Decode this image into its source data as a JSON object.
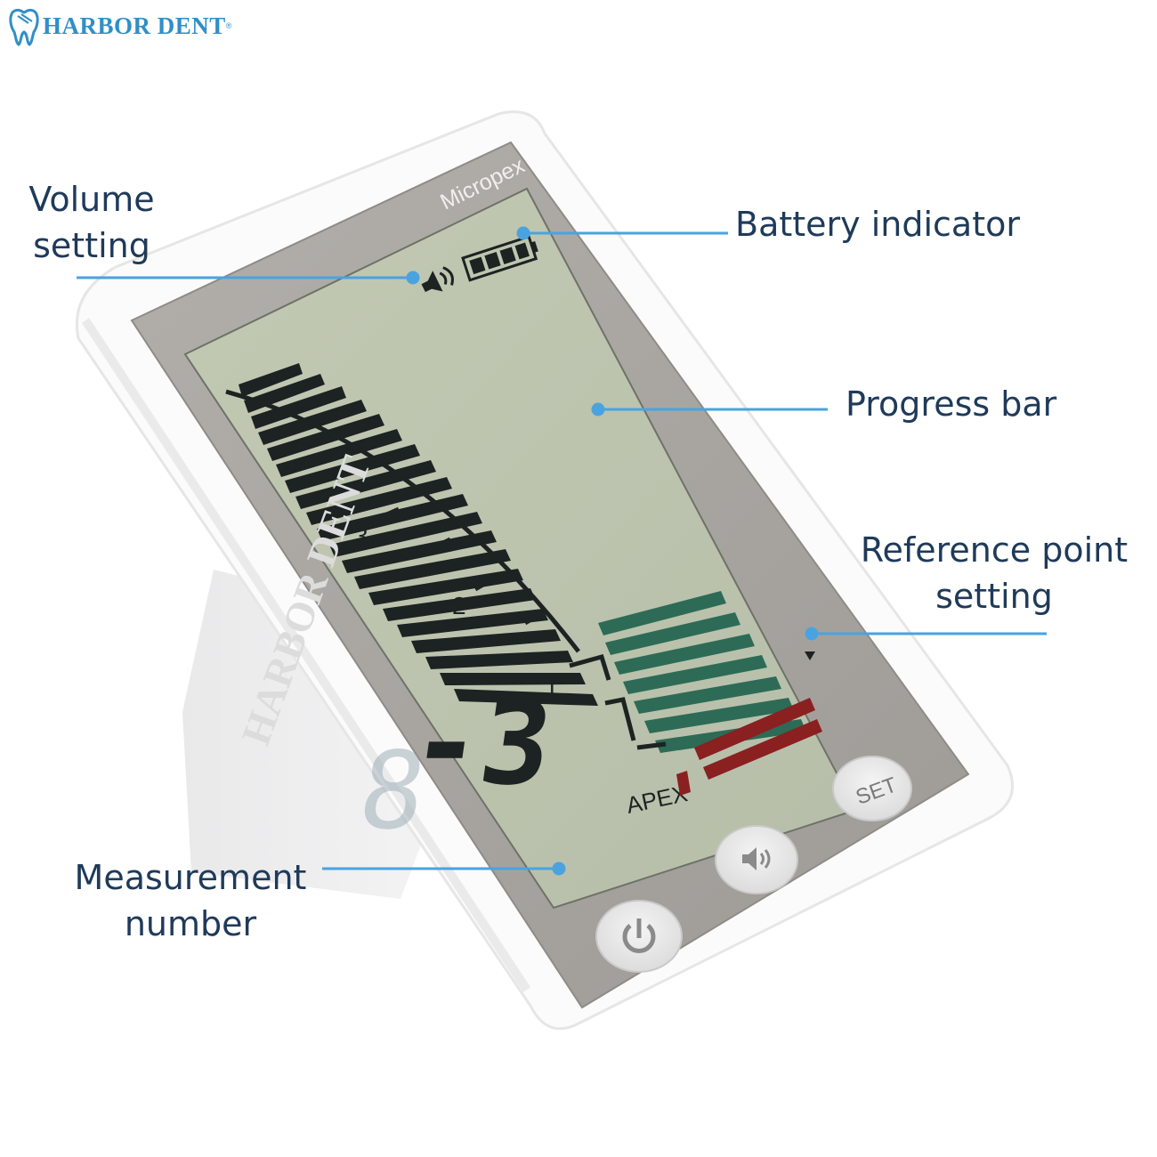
{
  "brand": {
    "name": "HARBOR DENT",
    "reg_mark": "®",
    "color": "#2f8fc8"
  },
  "device": {
    "model": "Micropex",
    "watermark": "HARBOR DENT",
    "scale_marks": [
      "3",
      "2",
      "1"
    ],
    "apex_label": "APEX",
    "measurement_value": "-3",
    "buttons": {
      "power": "power-icon",
      "volume": "speaker-icon",
      "set": "SET"
    },
    "colors": {
      "lcd": "#bcc4ae",
      "segment_dark": "#1c2322",
      "segment_green": "#2d6b56",
      "segment_red": "#8a2020",
      "bezel": "#a6a39f"
    }
  },
  "callouts": {
    "volume": {
      "line1": "Volume",
      "line2": "setting"
    },
    "battery": {
      "text": "Battery indicator"
    },
    "progress": {
      "text": "Progress bar"
    },
    "reference": {
      "line1": "Reference point",
      "line2": "setting"
    },
    "measurement": {
      "line1": "Measurement",
      "line2": "number"
    },
    "line_color": "#4aa3df"
  }
}
